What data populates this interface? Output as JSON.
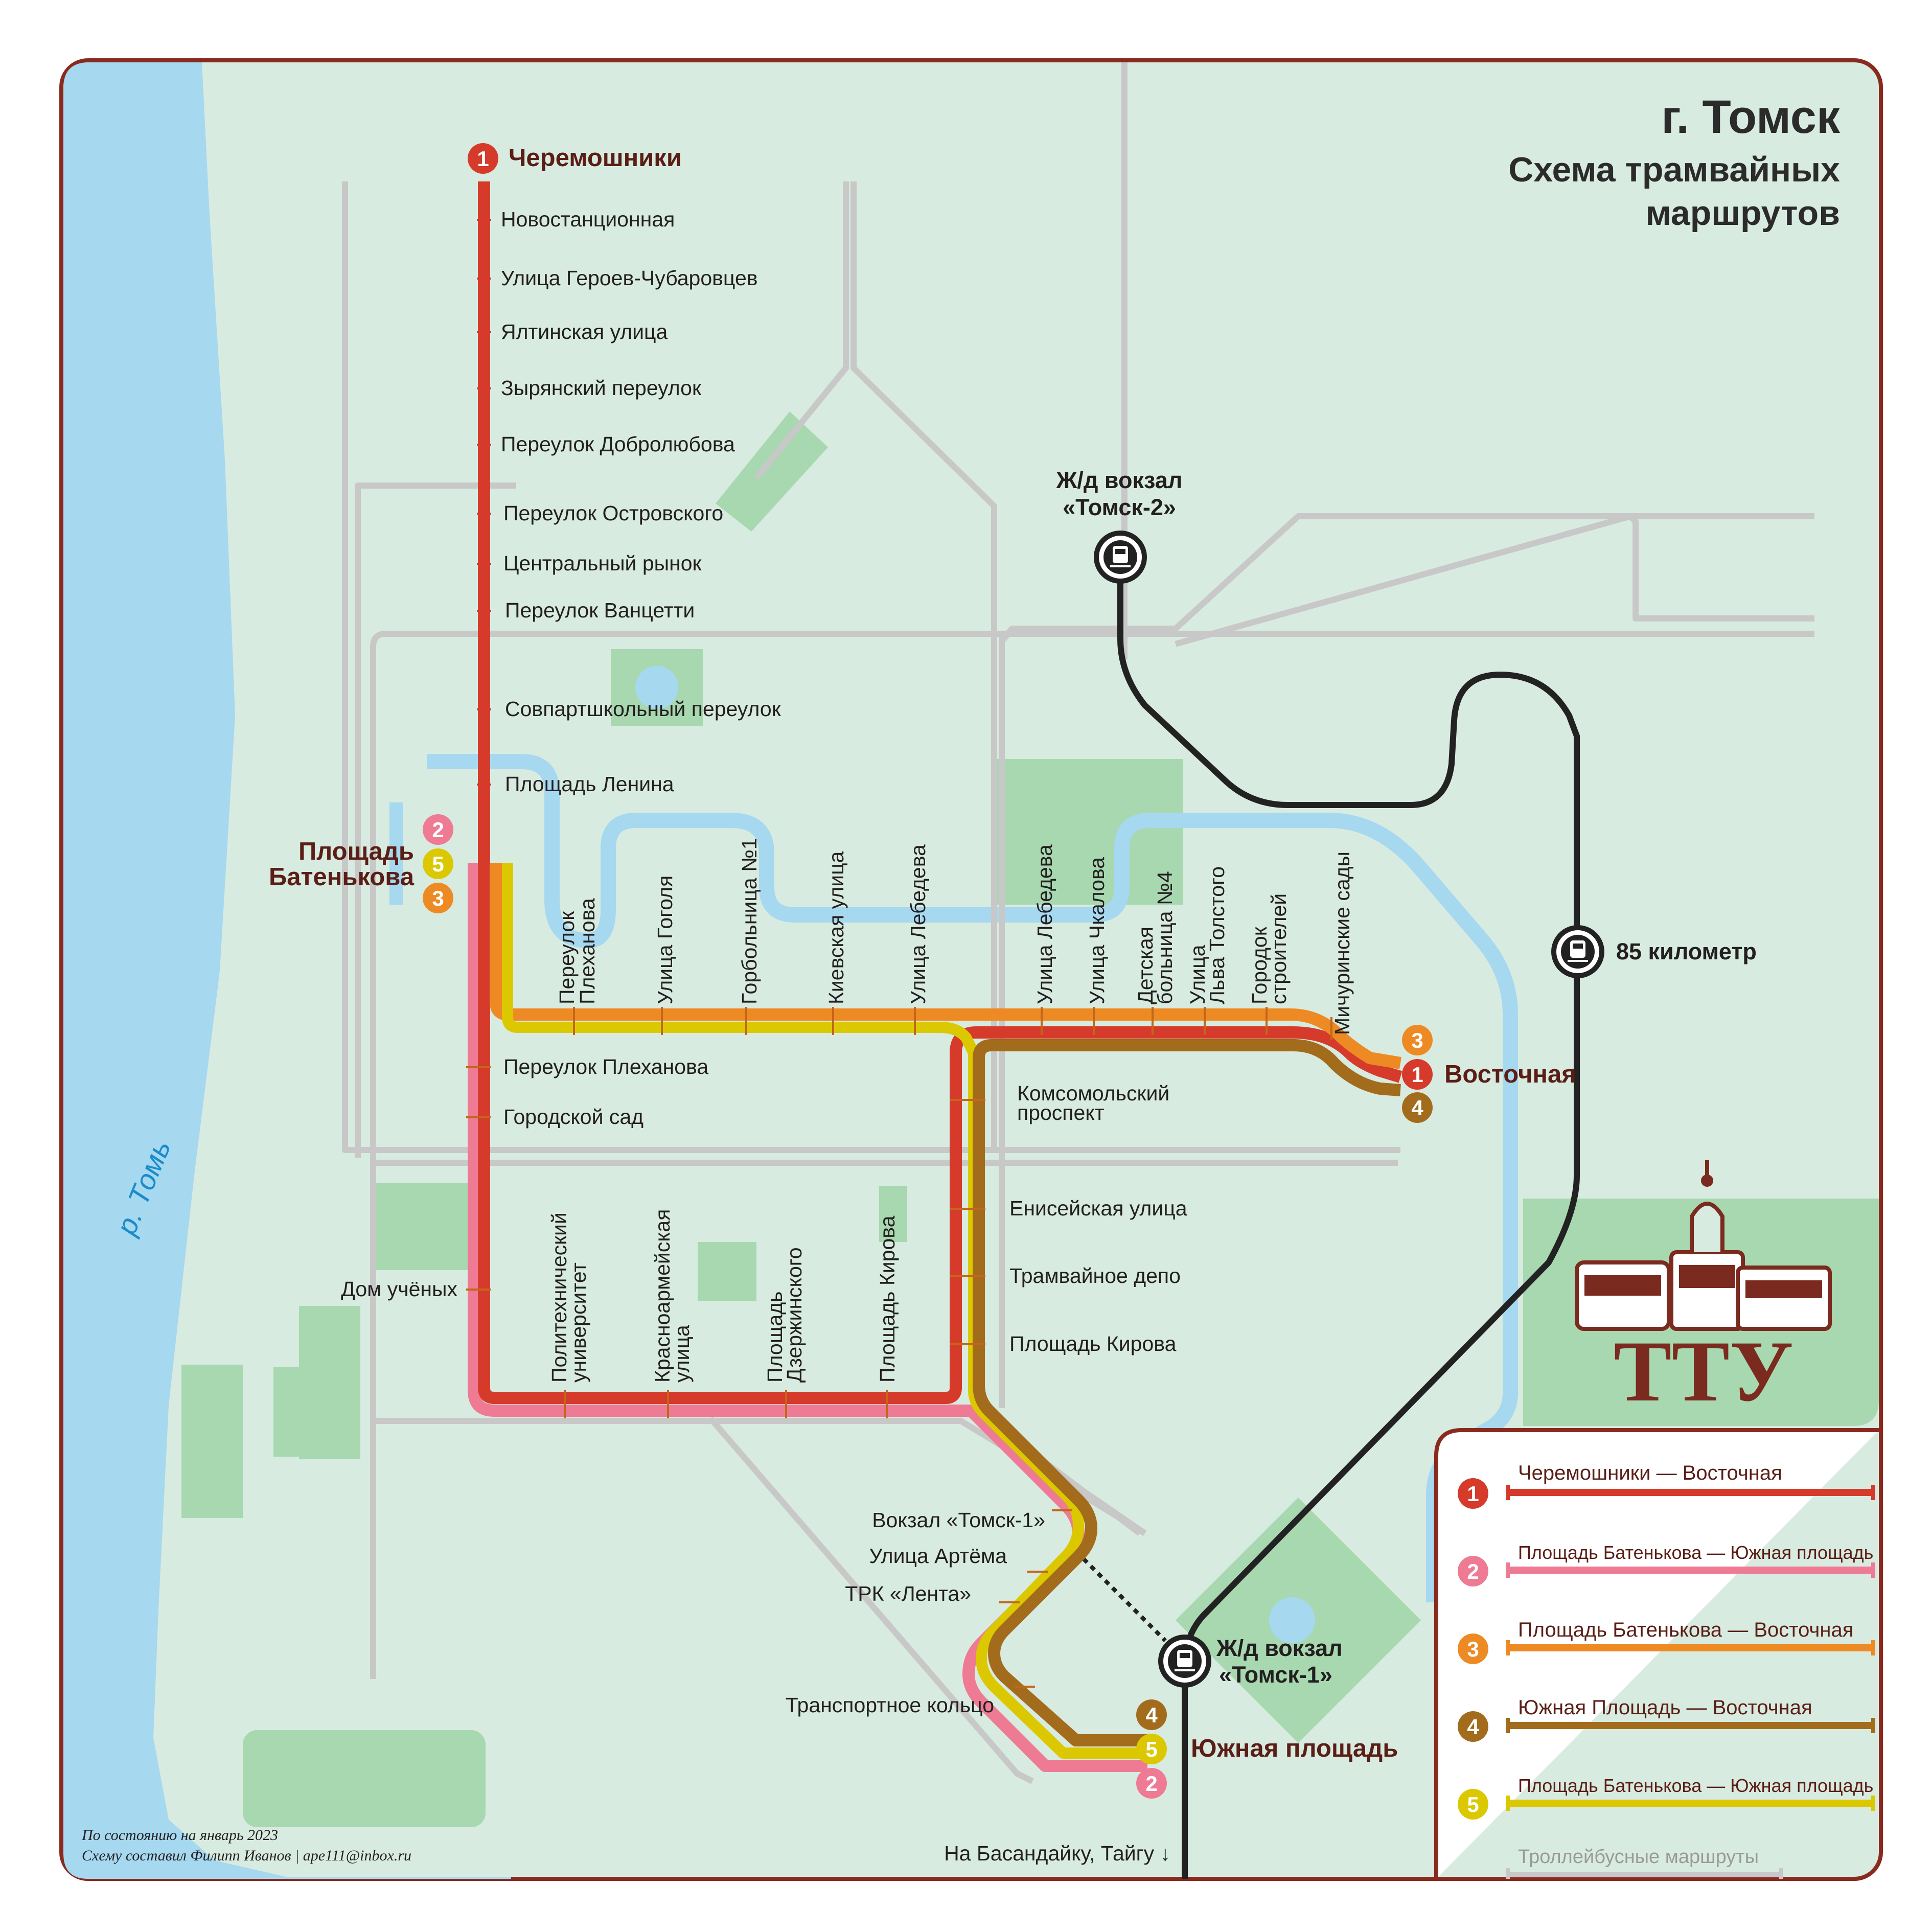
{
  "title": {
    "city": "г. Томск",
    "line1": "Схема трамвайных",
    "line2": "маршрутов"
  },
  "river_label": "р. Томь",
  "colors": {
    "route_1": "#d63a2a",
    "route_2": "#ee7a94",
    "route_3": "#ee8a24",
    "route_4": "#a26c1c",
    "route_5": "#dcc800",
    "trolleybus": "#c8c8c8",
    "river": "#a6d8f0",
    "park": "#a8d8b0",
    "background": "#d8ebe0",
    "frame": "#8a2a1e",
    "railway": "#222222"
  },
  "terminals": {
    "cheremoshniki": {
      "number": "1",
      "name": "Черемошники"
    },
    "batenkova": {
      "name_line1": "Площадь",
      "name_line2": "Батенькова",
      "numbers": [
        "2",
        "5",
        "3"
      ]
    },
    "vostochnaya": {
      "name": "Восточная",
      "numbers": [
        "3",
        "1",
        "4"
      ]
    },
    "yuzhnaya": {
      "name": "Южная площадь",
      "numbers": [
        "4",
        "5",
        "2"
      ]
    }
  },
  "stops": {
    "novostantsionnaya": "Новостанционная",
    "geroev": "Улица Героев-Чубаровцев",
    "yaltinskaya": "Ялтинская улица",
    "zyryanskiy": "Зырянский переулок",
    "dobrolyubova": "Переулок Добролюбова",
    "ostrovskogo": "Переулок Островского",
    "rynok": "Центральный рынок",
    "vantsetti": "Переулок Ванцетти",
    "sovpartshkolny": "Совпартшкольный переулок",
    "lenina": "Площадь Ленина",
    "plekhanova_v1": "Переулок",
    "plekhanova_v2": "Плеханова",
    "gogolya": "Улица Гоголя",
    "gorbolnitsa": "Горбольница №1",
    "kievskaya": "Киевская улица",
    "lebedeva_1": "Улица Лебедева",
    "lebedeva_2": "Улица Лебедева",
    "chkalova": "Улица Чкалова",
    "detskaya1": "Детская",
    "detskaya2": "больница №4",
    "tolstogo1": "Улица",
    "tolstogo2": "Льва Толстого",
    "gorodok1": "Городок",
    "gorodok2": "строителей",
    "michurinskie": "Мичуринские сады",
    "plekhanova_h": "Переулок Плеханова",
    "gorodskoy_sad": "Городской сад",
    "dom_uchenykh": "Дом учёных",
    "politekh1": "Политехнический",
    "politekh2": "университет",
    "krasnoarm1": "Красноармейская",
    "krasnoarm2": "улица",
    "dzerzh1": "Площадь",
    "dzerzh2": "Дзержинского",
    "kirova_v": "Площадь Кирова",
    "komsomolsky1": "Комсомольский",
    "komsomolsky2": "проспект",
    "eniseyskaya": "Енисейская улица",
    "depo": "Трамвайное депо",
    "kirova_h": "Площадь Кирова",
    "vokzal_tomsk1": "Вокзал «Томск-1»",
    "artyoma": "Улица Артёма",
    "lenta": "ТРК «Лента»",
    "kolco": "Транспортное кольцо"
  },
  "railway": {
    "tomsk2_line1": "Ж/д вокзал",
    "tomsk2_line2": "«Томск-2»",
    "km85": "85 километр",
    "tomsk1_line1": "Ж/д вокзал",
    "tomsk1_line2": "«Томск-1»",
    "basandayka": "На Басандайку, Тайгу ↓"
  },
  "legend": [
    {
      "number": "1",
      "label": "Черемошники — Восточная",
      "color": "#d63a2a"
    },
    {
      "number": "2",
      "label": "Площадь Батенькова — Южная площадь",
      "color": "#ee7a94"
    },
    {
      "number": "3",
      "label": "Площадь Батенькова — Восточная",
      "color": "#ee8a24"
    },
    {
      "number": "4",
      "label": "Южная Площадь — Восточная",
      "color": "#a26c1c"
    },
    {
      "number": "5",
      "label": "Площадь Батенькова — Южная площадь",
      "color": "#dcc800"
    }
  ],
  "legend_trolleybus": "Троллейбусные маршруты",
  "logo_text": "ТТУ",
  "footnote_line1": "По состоянию на январь 2023",
  "footnote_line2": "Схему составил Филипп Иванов | ape111@inbox.ru"
}
